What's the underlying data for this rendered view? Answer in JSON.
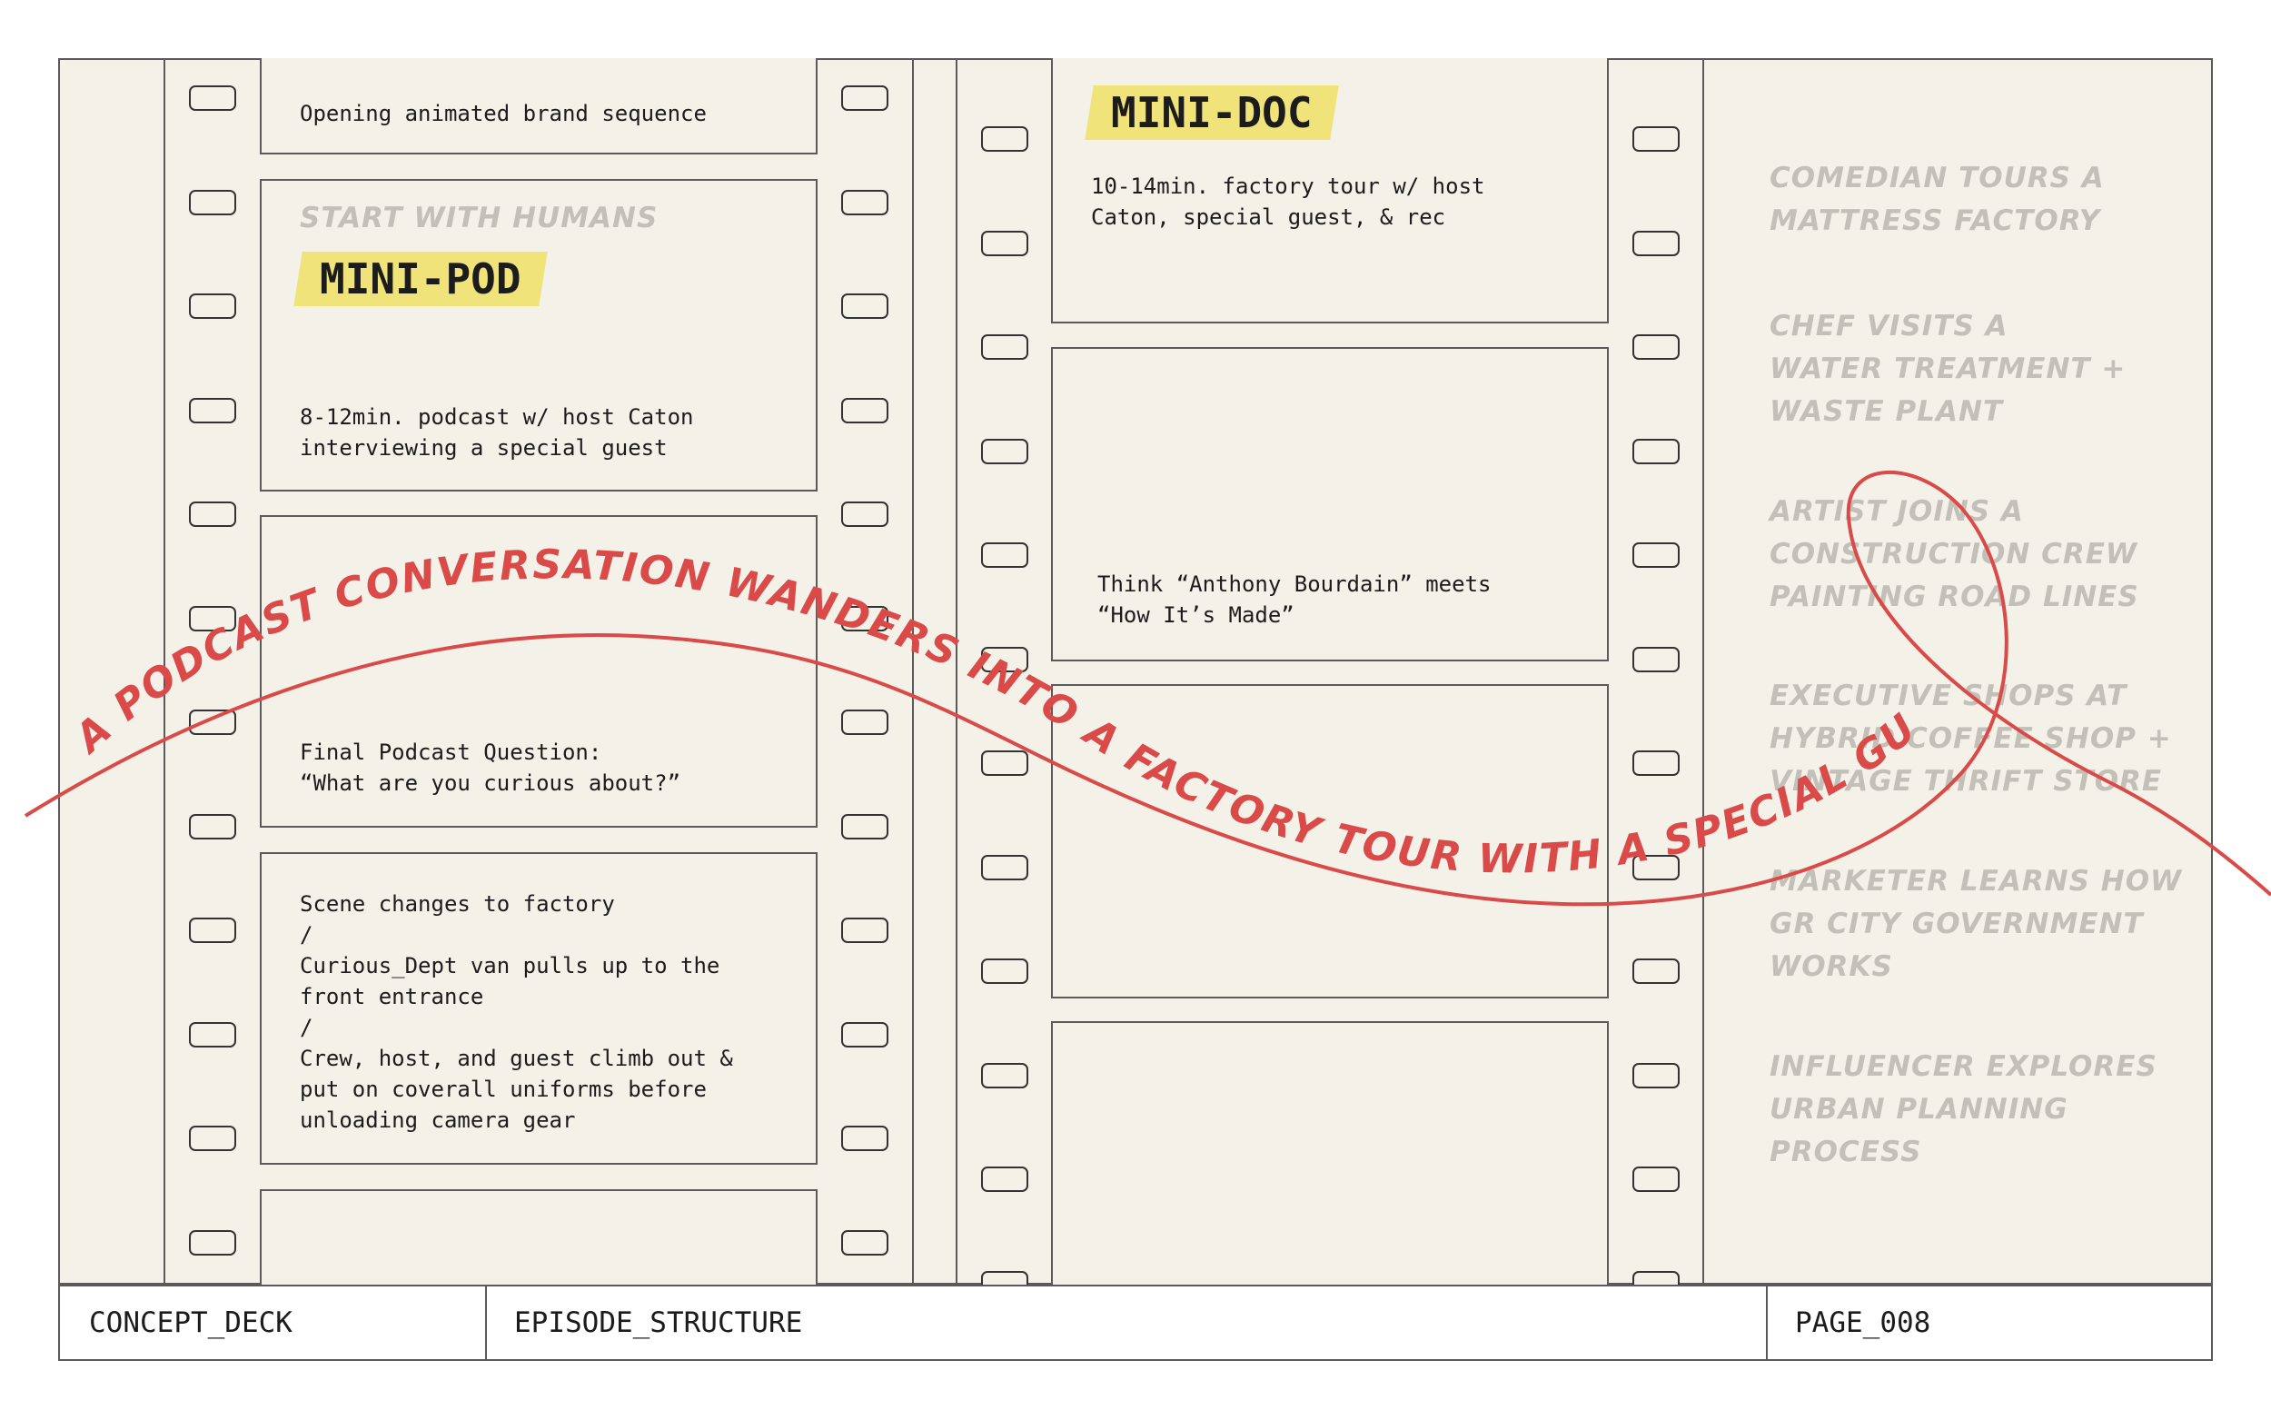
{
  "left_strip": {
    "frames": [
      {
        "text": "Opening animated brand sequence"
      },
      {
        "kicker": "START WITH HUMANS",
        "title": "MINI-POD",
        "text": "8-12min. podcast w/ host Caton\ninterviewing a special guest"
      },
      {
        "text": "Final Podcast Question:\n“What are you curious about?”"
      },
      {
        "text": "Scene changes to factory\n/\nCurious_Dept van pulls up to the\nfront entrance\n/\nCrew, host, and guest climb out &\nput on coverall uniforms before\nunloading camera gear"
      }
    ]
  },
  "right_strip": {
    "frames": [
      {
        "title": "MINI-DOC",
        "text": "10-14min. factory tour w/ host\nCaton, special guest, & rec"
      },
      {
        "text": "Think “Anthony Bourdain” meets\n“How It’s Made”"
      }
    ]
  },
  "ideas": [
    "COMEDIAN TOURS A\nMATTRESS FACTORY",
    "CHEF VISITS A\nWATER TREATMENT +\nWASTE PLANT",
    "ARTIST JOINS A\nCONSTRUCTION CREW\nPAINTING ROAD LINES",
    "EXECUTIVE SHOPS AT\nHYBRID COFFEE SHOP +\nVINTAGE THRIFT STORE",
    "MARKETER LEARNS HOW\nGR CITY GOVERNMENT\nWORKS",
    "INFLUENCER EXPLORES\nURBAN PLANNING\nPROCESS"
  ],
  "annotation": {
    "text": "A PODCAST CONVERSATION WANDERS INTO A FACTORY TOUR WITH A SPECIAL GUEST",
    "color": "#d94a48"
  },
  "colors": {
    "highlight": "#f0e37a",
    "paper": "#f4f1e8"
  },
  "footer": {
    "deck": "CONCEPT_DECK",
    "section": "EPISODE_STRUCTURE",
    "page": "PAGE_008"
  }
}
